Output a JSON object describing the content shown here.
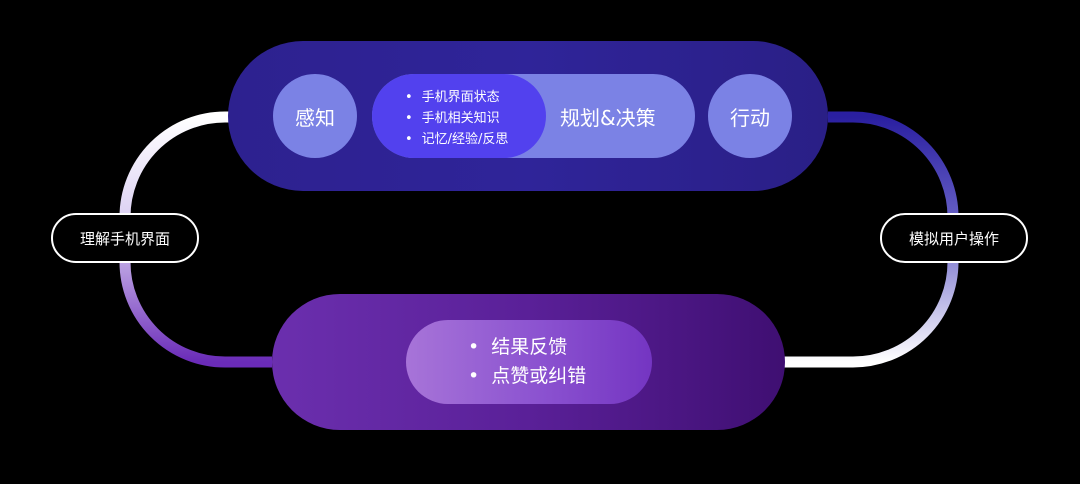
{
  "colors": {
    "top_pill": "#2d218f",
    "circle": "#7b82e5",
    "plan_inner": "#5241ee",
    "bottom_pill": "#5a2098",
    "feedback_pill": "#8b52d0",
    "left_arrow_top": "#ffffff",
    "left_arrow_bottom": "#6a2bb8",
    "right_connector_top": "#2a1fa0",
    "right_arrow_bottom": "#ffffff"
  },
  "top": {
    "perceive": "感知",
    "plan_items": [
      "手机界面状态",
      "手机相关知识",
      "记忆/经验/反思"
    ],
    "plan_label": "规划&决策",
    "act": "行动"
  },
  "left_label": "理解手机界面",
  "right_label": "模拟用户操作",
  "bottom": {
    "feedback_items": [
      "结果反馈",
      "点赞或纠错"
    ]
  }
}
